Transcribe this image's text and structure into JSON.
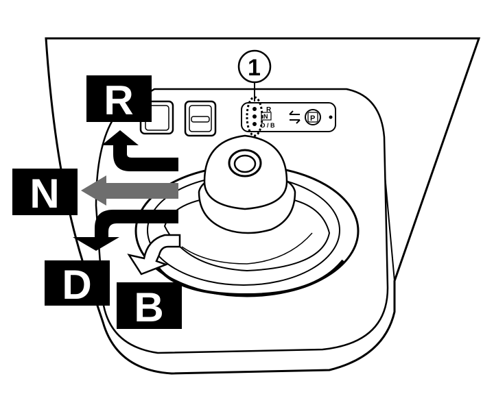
{
  "callout": {
    "number": "1"
  },
  "indicator": {
    "r_label": "R",
    "n_label": "N",
    "db_label": "D / B",
    "park_label": "P"
  },
  "positions": {
    "r": "R",
    "n": "N",
    "d": "D",
    "b": "B"
  },
  "colors": {
    "ink": "#000000",
    "paper": "#ffffff",
    "arrow_neutral": "#6e6e6e"
  }
}
